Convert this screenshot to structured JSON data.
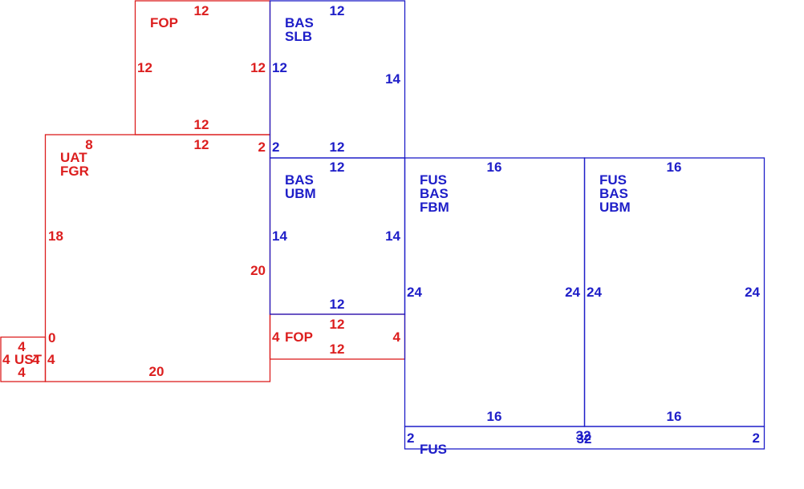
{
  "colors": {
    "red": "#dc1e1e",
    "blue": "#1e1ec8",
    "background": "#ffffff"
  },
  "areas": {
    "fop_top": {
      "code": "FOP",
      "top": "12",
      "left": "12",
      "right": "12",
      "bottom": "12"
    },
    "bas_slb": {
      "codes": [
        "BAS",
        "SLB"
      ],
      "top": "12",
      "left": "12",
      "right": "14",
      "bottom": "12",
      "corner": "2"
    },
    "uat_fgr": {
      "codes": [
        "UAT",
        "FGR"
      ],
      "top": "12",
      "top_left": "8",
      "corner": "2",
      "left": "18",
      "right": "20",
      "bottom": "20",
      "lower_left": "0"
    },
    "bas_ubm": {
      "codes": [
        "BAS",
        "UBM"
      ],
      "top": "12",
      "left": "14",
      "right": "14",
      "bottom": "12"
    },
    "fop_small": {
      "code": "FOP",
      "left": "4",
      "top": "12",
      "bottom": "12",
      "right": "4"
    },
    "ust": {
      "code": "UST",
      "top": "4",
      "bottom": "4",
      "left": "4",
      "inner": "4",
      "right": "4"
    },
    "fus_bas_fbm": {
      "codes": [
        "FUS",
        "BAS",
        "FBM"
      ],
      "top": "16",
      "left": "24",
      "right": "24",
      "bottom": "16"
    },
    "fus_bas_ubm": {
      "codes": [
        "FUS",
        "BAS",
        "UBM"
      ],
      "top": "16",
      "left": "24",
      "right": "24",
      "bottom": "16"
    },
    "fus_strip": {
      "code": "FUS",
      "left": "2",
      "top": "32",
      "bottom": "32",
      "right": "2"
    }
  }
}
